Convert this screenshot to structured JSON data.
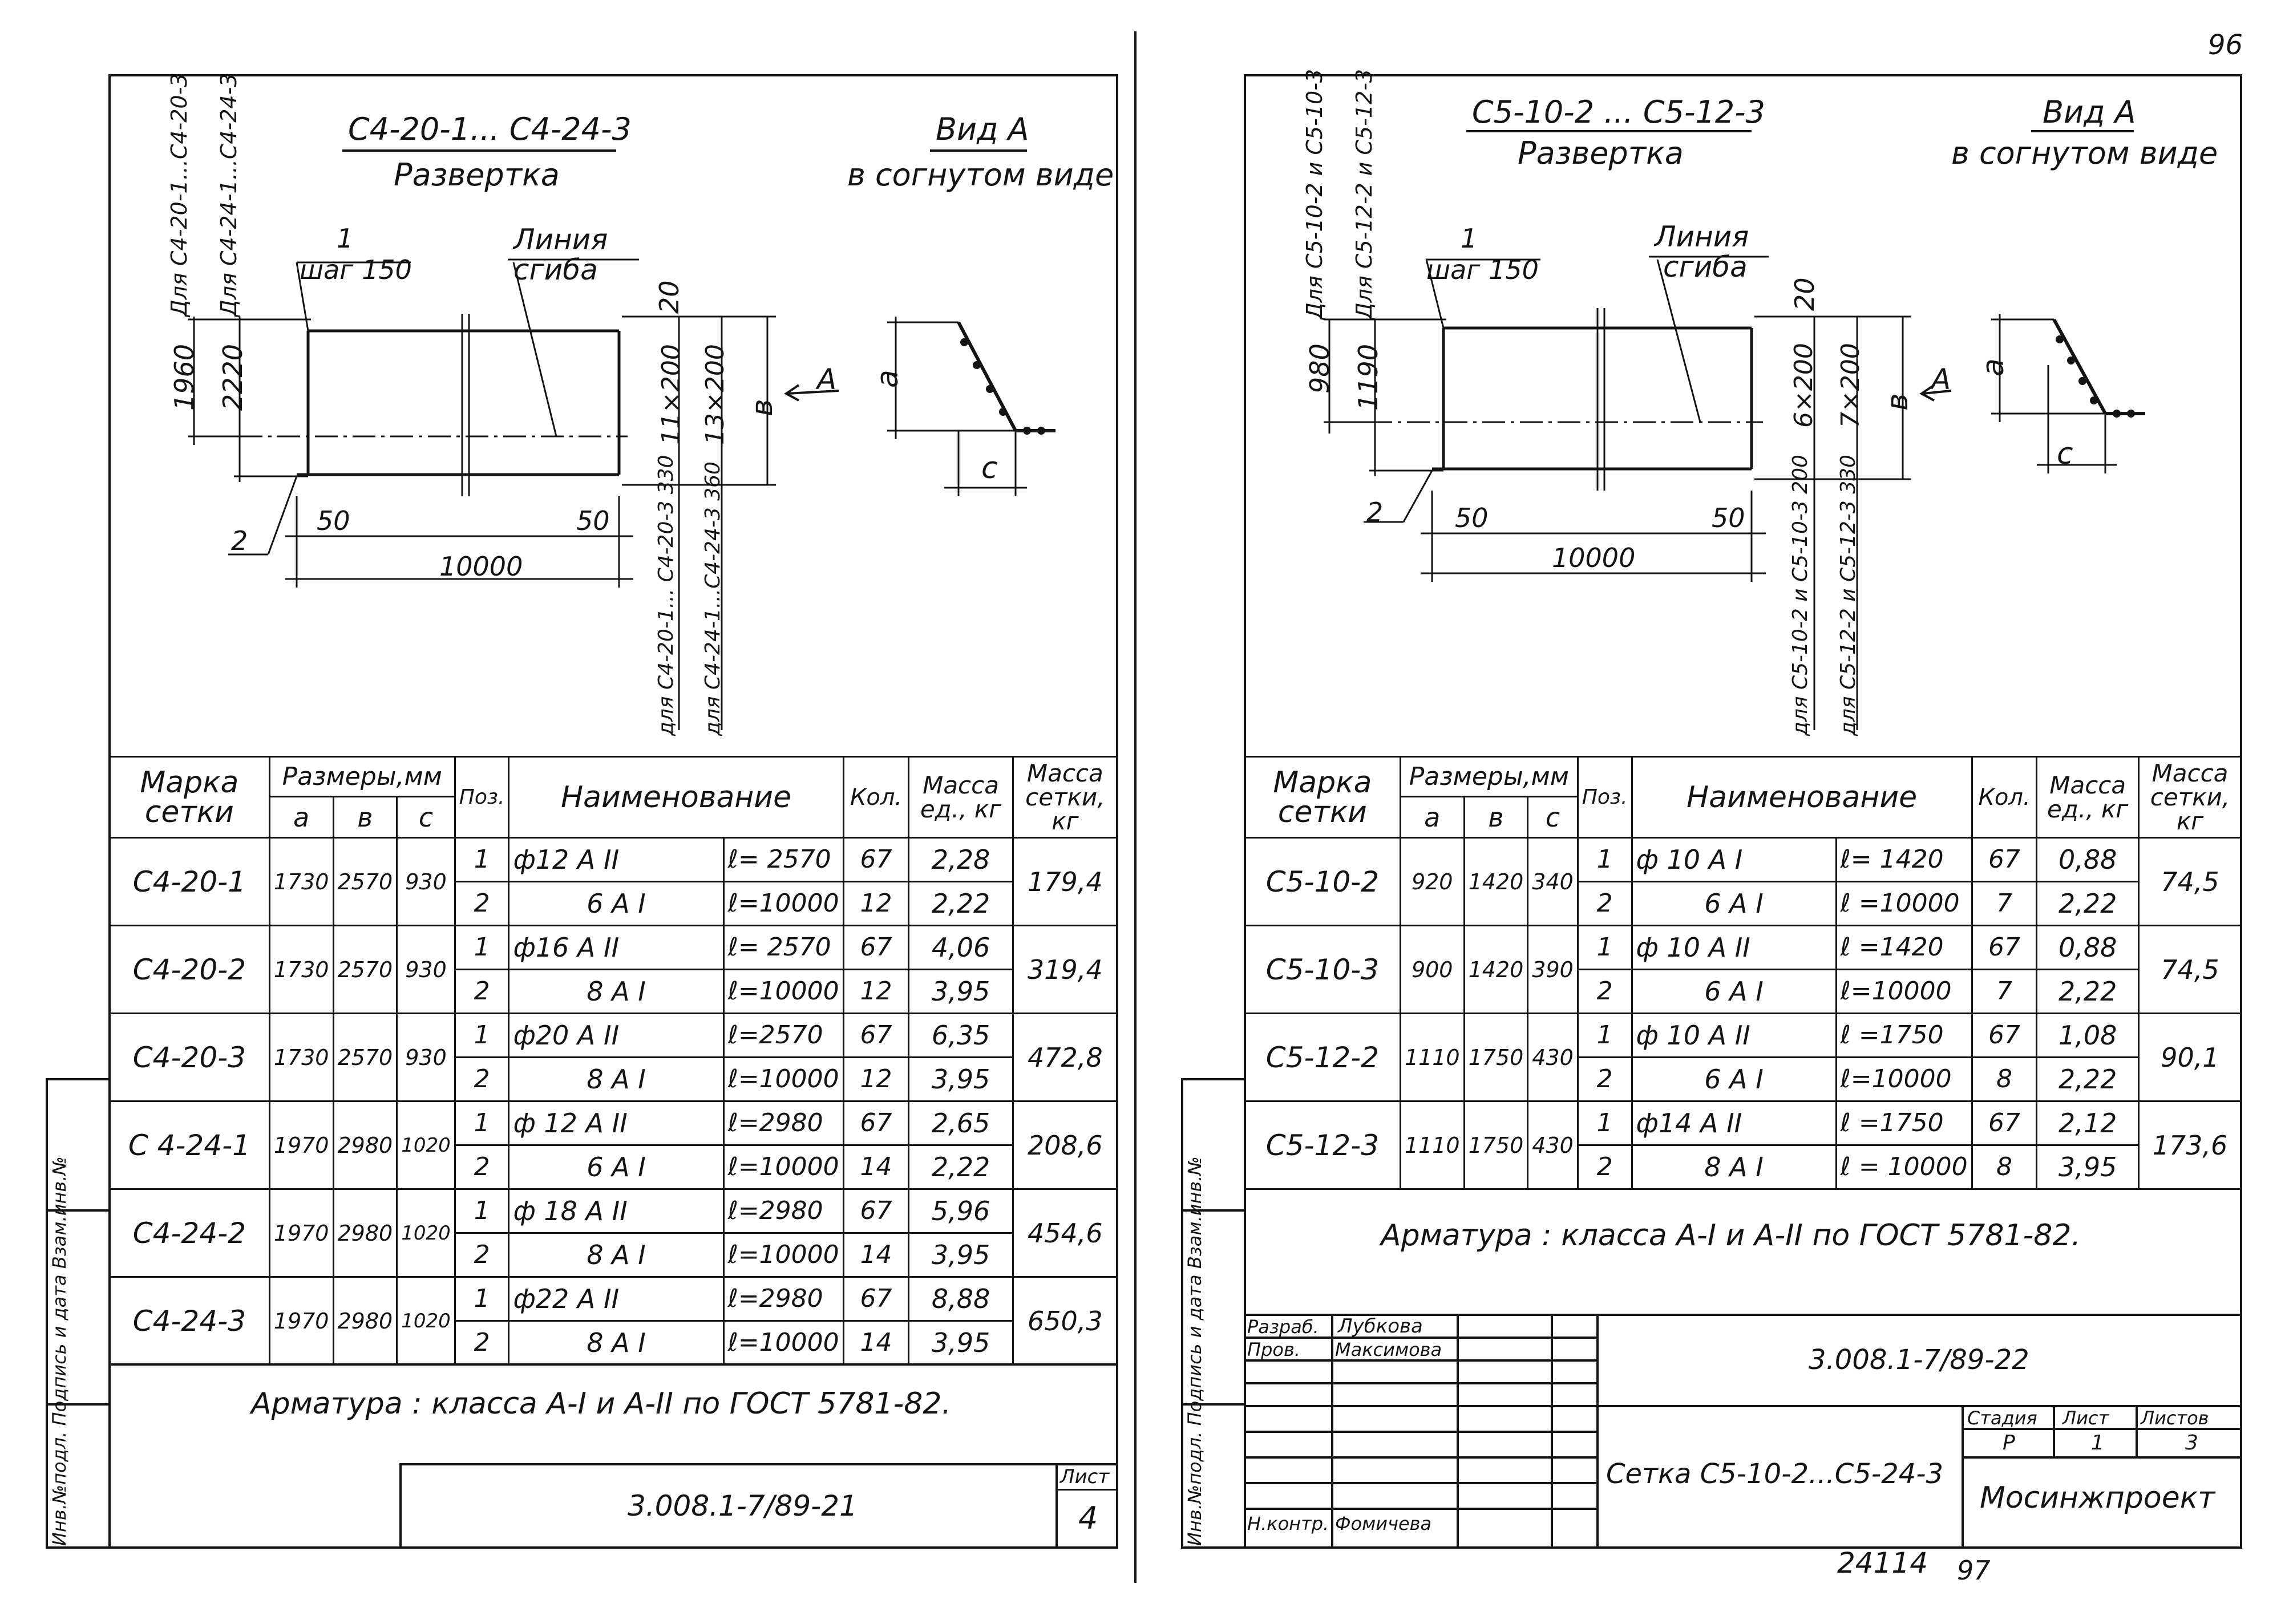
{
  "page_number": "96",
  "left": {
    "title_main": "С4-20-1... С4-24-3",
    "title_sub": "Развертка",
    "view_title": "Вид А",
    "view_sub": "в согнутом виде",
    "label_1": "1",
    "label_step": "шаг 150",
    "label_line1": "Линия",
    "label_line2": "сгиба",
    "label_2": "2",
    "dim_50a": "50",
    "dim_50b": "50",
    "dim_10000": "10000",
    "dim_1960": "1960",
    "dim_2220": "2220",
    "dim_20": "20",
    "dim_11x200": "11×200",
    "dim_13x200": "13×200",
    "dim_v": "в",
    "arrow_a": "А",
    "dim_a": "а",
    "dim_c": "с",
    "vtext_top1": "Для С4-20-1...С4-20-3",
    "vtext_top2": "Для С4-24-1...С4-24-3",
    "vtext_bot1": "для С4-20-1... С4-20-3 330",
    "vtext_bot2": "для С4-24-1...С4-24-3 360",
    "headers": {
      "mark": "Марка сетки",
      "dims": "Размеры,мм",
      "a": "а",
      "b": "в",
      "c": "с",
      "pos": "Поз.",
      "name": "Наименование",
      "qty": "Кол.",
      "unit_mass": "Масса ед., кг",
      "mesh_mass": "Масса сетки, кг"
    },
    "rows": [
      {
        "mark": "С4-20-1",
        "a": "1730",
        "b": "2570",
        "c": "930",
        "mass": "179,4",
        "items": [
          {
            "pos": "1",
            "name": "ф12 А II",
            "len": "ℓ= 2570",
            "qty": "67",
            "m": "2,28"
          },
          {
            "pos": "2",
            "name": "6 А I",
            "len": "ℓ=10000",
            "qty": "12",
            "m": "2,22"
          }
        ]
      },
      {
        "mark": "С4-20-2",
        "a": "1730",
        "b": "2570",
        "c": "930",
        "mass": "319,4",
        "items": [
          {
            "pos": "1",
            "name": "ф16 А II",
            "len": "ℓ= 2570",
            "qty": "67",
            "m": "4,06"
          },
          {
            "pos": "2",
            "name": "8 А I",
            "len": "ℓ=10000",
            "qty": "12",
            "m": "3,95"
          }
        ]
      },
      {
        "mark": "С4-20-3",
        "a": "1730",
        "b": "2570",
        "c": "930",
        "mass": "472,8",
        "items": [
          {
            "pos": "1",
            "name": "ф20 А II",
            "len": "ℓ=2570",
            "qty": "67",
            "m": "6,35"
          },
          {
            "pos": "2",
            "name": "8 А I",
            "len": "ℓ=10000",
            "qty": "12",
            "m": "3,95"
          }
        ]
      },
      {
        "mark": "С 4-24-1",
        "a": "1970",
        "b": "2980",
        "c": "1020",
        "mass": "208,6",
        "items": [
          {
            "pos": "1",
            "name": "ф 12 А II",
            "len": "ℓ=2980",
            "qty": "67",
            "m": "2,65"
          },
          {
            "pos": "2",
            "name": "6 А I",
            "len": "ℓ=10000",
            "qty": "14",
            "m": "2,22"
          }
        ]
      },
      {
        "mark": "С4-24-2",
        "a": "1970",
        "b": "2980",
        "c": "1020",
        "mass": "454,6",
        "items": [
          {
            "pos": "1",
            "name": "ф 18 А II",
            "len": "ℓ=2980",
            "qty": "67",
            "m": "5,96"
          },
          {
            "pos": "2",
            "name": "8 А I",
            "len": "ℓ=10000",
            "qty": "14",
            "m": "3,95"
          }
        ]
      },
      {
        "mark": "С4-24-3",
        "a": "1970",
        "b": "2980",
        "c": "1020",
        "mass": "650,3",
        "items": [
          {
            "pos": "1",
            "name": "ф22 А II",
            "len": "ℓ=2980",
            "qty": "67",
            "m": "8,88"
          },
          {
            "pos": "2",
            "name": "8 А I",
            "len": "ℓ=10000",
            "qty": "14",
            "m": "3,95"
          }
        ]
      }
    ],
    "note": "Арматура : класса А-I и А-II по ГОСТ 5781-82.",
    "doc_code": "3.008.1-7/89-21",
    "sheet_label": "Лист",
    "sheet_num": "4",
    "side_stamp": "Инв.№подл. Подпись и дата Взам.инв.№"
  },
  "right": {
    "title_main": "С5-10-2 ... С5-12-3",
    "title_sub": "Развертка",
    "view_title": "Вид А",
    "view_sub": "в согнутом виде",
    "label_1": "1",
    "label_step": "шаг 150",
    "label_line1": "Линия",
    "label_line2": "сгиба",
    "label_2": "2",
    "dim_50a": "50",
    "dim_50b": "50",
    "dim_10000": "10000",
    "dim_980": "980",
    "dim_1190": "1190",
    "dim_20": "20",
    "dim_6x200": "6×200",
    "dim_7x200": "7×200",
    "dim_v": "в",
    "arrow_a": "А",
    "dim_a": "а",
    "dim_c": "с",
    "vtext_top1": "Для С5-10-2 и С5-10-3",
    "vtext_top2": "Для С5-12-2 и С5-12-3",
    "vtext_bot1": "для С5-10-2 и С5-10-3 200",
    "vtext_bot2": "для С5-12-2 и С5-12-3 330",
    "headers": {
      "mark": "Марка сетки",
      "dims": "Размеры,мм",
      "a": "а",
      "b": "в",
      "c": "с",
      "pos": "Поз.",
      "name": "Наименование",
      "qty": "Кол.",
      "unit_mass": "Масса ед., кг",
      "mesh_mass": "Масса сетки, кг"
    },
    "rows": [
      {
        "mark": "С5-10-2",
        "a": "920",
        "b": "1420",
        "c": "340",
        "mass": "74,5",
        "items": [
          {
            "pos": "1",
            "name": "ф 10 А I",
            "len": "ℓ= 1420",
            "qty": "67",
            "m": "0,88"
          },
          {
            "pos": "2",
            "name": "6 А I",
            "len": "ℓ =10000",
            "qty": "7",
            "m": "2,22"
          }
        ]
      },
      {
        "mark": "С5-10-3",
        "a": "900",
        "b": "1420",
        "c": "390",
        "mass": "74,5",
        "items": [
          {
            "pos": "1",
            "name": "ф 10 А II",
            "len": "ℓ =1420",
            "qty": "67",
            "m": "0,88"
          },
          {
            "pos": "2",
            "name": "6 А I",
            "len": "ℓ=10000",
            "qty": "7",
            "m": "2,22"
          }
        ]
      },
      {
        "mark": "С5-12-2",
        "a": "1110",
        "b": "1750",
        "c": "430",
        "mass": "90,1",
        "items": [
          {
            "pos": "1",
            "name": "ф 10 А II",
            "len": "ℓ =1750",
            "qty": "67",
            "m": "1,08"
          },
          {
            "pos": "2",
            "name": "6 А I",
            "len": "ℓ=10000",
            "qty": "8",
            "m": "2,22"
          }
        ]
      },
      {
        "mark": "С5-12-3",
        "a": "1110",
        "b": "1750",
        "c": "430",
        "mass": "173,6",
        "items": [
          {
            "pos": "1",
            "name": "ф14 А II",
            "len": "ℓ =1750",
            "qty": "67",
            "m": "2,12"
          },
          {
            "pos": "2",
            "name": "8 А I",
            "len": "ℓ = 10000",
            "qty": "8",
            "m": "3,95"
          }
        ]
      }
    ],
    "note": "Арматура : класса А-I и А-II по ГОСТ 5781-82.",
    "stamp": {
      "dev_label": "Разраб.",
      "dev_name": "Лубкова",
      "chk_label": "Пров.",
      "chk_name": "Максимова",
      "ctrl_label": "Н.контр.",
      "ctrl_name": "Фомичева",
      "doc_code": "3.008.1-7/89-22",
      "title": "Сетка С5-10-2...С5-24-3",
      "stage_label": "Стадия",
      "sheet_label": "Лист",
      "sheets_label": "Листов",
      "stage": "Р",
      "sheet": "1",
      "sheets": "3",
      "org": "Мосинжпроект"
    },
    "side_stamp": "Инв.№подл. Подпись и дата Взам.инв.№",
    "footer_num": "24114",
    "footer_page": "97"
  }
}
